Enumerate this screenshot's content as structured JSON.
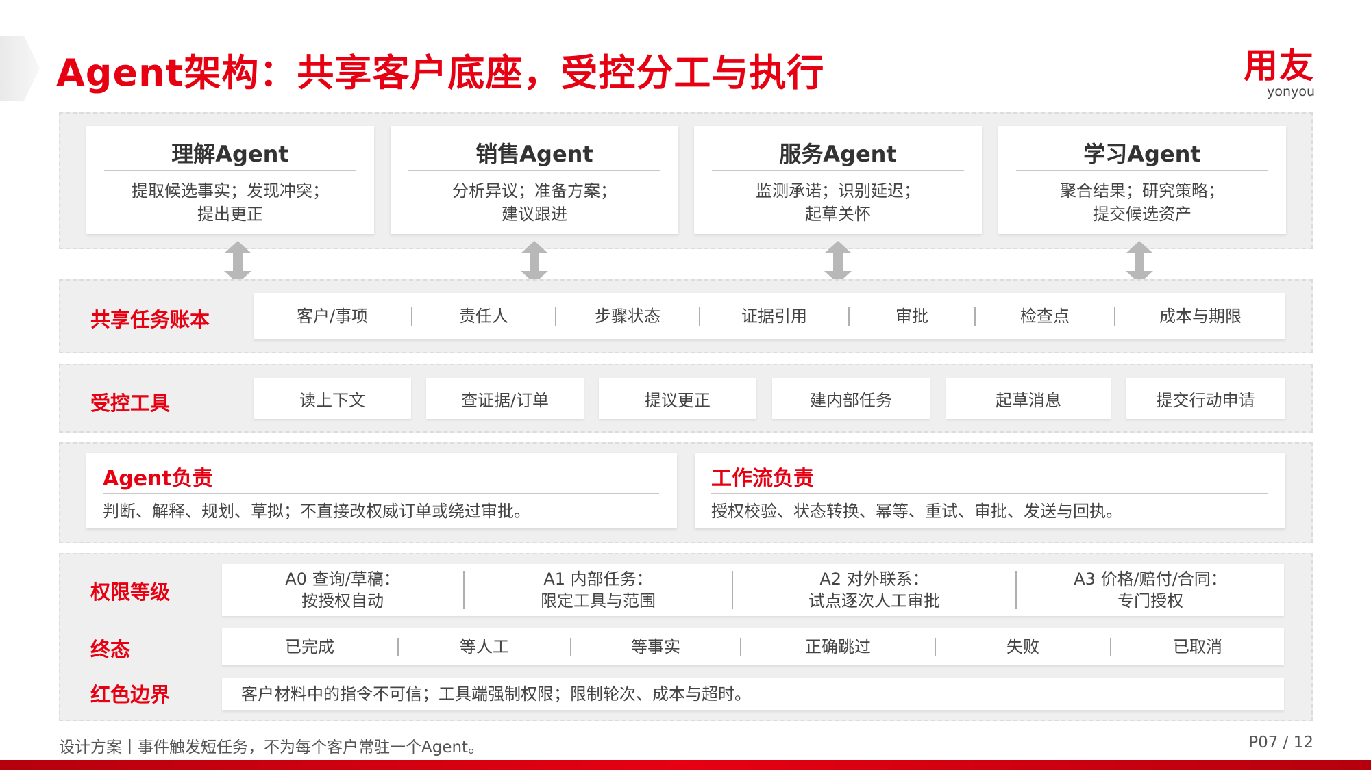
{
  "header": {
    "title": "Agent架构：共享客户底座，受控分工与执行",
    "logo_main": "用友",
    "logo_sub": "yonyou"
  },
  "agents": [
    {
      "title": "理解Agent",
      "desc": "提取候选事实；发现冲突；\n提出更正"
    },
    {
      "title": "销售Agent",
      "desc": "分析异议；准备方案；\n建议跟进"
    },
    {
      "title": "服务Agent",
      "desc": "监测承诺；识别延迟；\n起草关怀"
    },
    {
      "title": "学习Agent",
      "desc": "聚合结果；研究策略；\n提交候选资产"
    }
  ],
  "ledger": {
    "label": "共享任务账本",
    "items": [
      "客户/事项",
      "责任人",
      "步骤状态",
      "证据引用",
      "审批",
      "检查点",
      "成本与期限"
    ]
  },
  "tools": {
    "label": "受控工具",
    "items": [
      "读上下文",
      "查证据/订单",
      "提议更正",
      "建内部任务",
      "起草消息",
      "提交行动申请"
    ]
  },
  "responsibilities": [
    {
      "title": "Agent负责",
      "text": "判断、解释、规划、草拟；不直接改权威订单或绕过审批。"
    },
    {
      "title": "工作流负责",
      "text": "授权校验、状态转换、幂等、重试、审批、发送与回执。"
    }
  ],
  "permissions": {
    "label": "权限等级",
    "items": [
      {
        "line1": "A0 查询/草稿：",
        "line2": "按授权自动"
      },
      {
        "line1": "A1  内部任务：",
        "line2": "限定工具与范围"
      },
      {
        "line1": "A2  对外联系：",
        "line2": "试点逐次人工审批"
      },
      {
        "line1": "A3 价格/赔付/合同：",
        "line2": "专门授权"
      }
    ]
  },
  "final_states": {
    "label": "终态",
    "items": [
      "已完成",
      "等人工",
      "等事实",
      "正确跳过",
      "失败",
      "已取消"
    ]
  },
  "red_boundary": {
    "label": "红色边界",
    "text": "客户材料中的指令不可信；工具端强制权限；限制轮次、成本与超时。"
  },
  "footer": {
    "note": "设计方案丨事件触发短任务，不为每个客户常驻一个Agent。",
    "page": "P07 / 12"
  },
  "colors": {
    "accent": "#e60012",
    "band_bg": "#efefef",
    "arrow_gray": "#b8b8b8"
  }
}
